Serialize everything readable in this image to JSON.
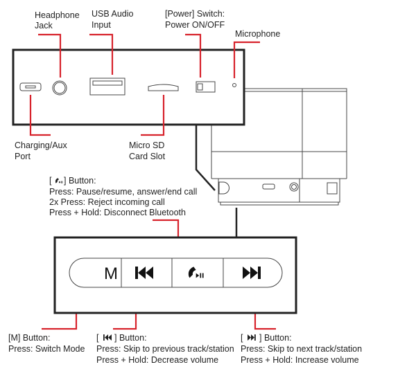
{
  "labels": {
    "headphone": [
      "Headphone",
      "Jack"
    ],
    "usb": [
      "USB Audio",
      "Input"
    ],
    "power": [
      "[Power] Switch:",
      "Power ON/OFF"
    ],
    "microphone": "Microphone",
    "charging": [
      "Charging/Aux",
      "Port"
    ],
    "sd": [
      "Micro SD",
      "Card Slot"
    ]
  },
  "play_button": {
    "title_pre": "[",
    "title_post": "] Button:",
    "lines": [
      "Press: Pause/resume, answer/end call",
      "2x Press: Reject incoming call",
      "Press + Hold: Disconnect Bluetooth"
    ]
  },
  "m_button": {
    "title": "[M] Button:",
    "lines": [
      "Press: Switch Mode"
    ]
  },
  "prev_button": {
    "title_pre": "[",
    "title_post": "] Button:",
    "lines": [
      "Press: Skip to previous track/station",
      "Press + Hold: Decrease volume"
    ]
  },
  "next_button": {
    "title_pre": "[",
    "title_post": "] Button:",
    "lines": [
      "Press: Skip to next track/station",
      "Press + Hold: Increase volume"
    ]
  },
  "buttons": {
    "m": "M"
  },
  "colors": {
    "callout": "#d7222b",
    "outline": "#222222"
  }
}
